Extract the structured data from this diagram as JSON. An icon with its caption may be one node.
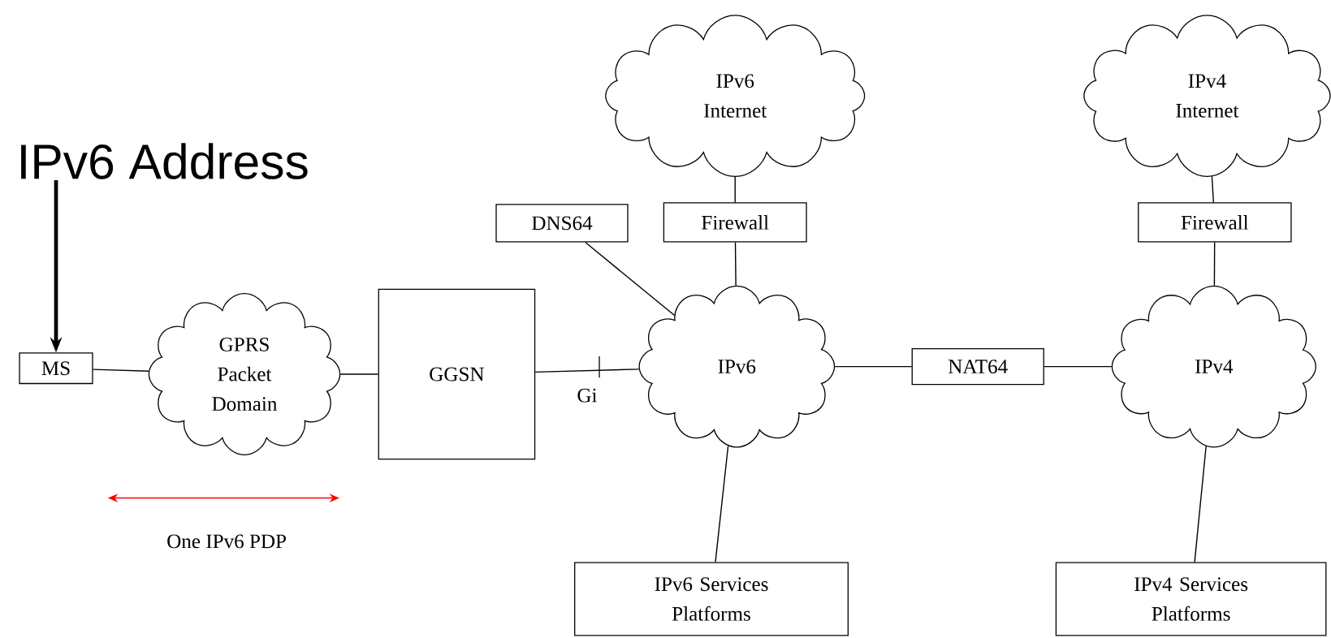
{
  "diagram": {
    "nodes": [
      {
        "text": [
          "IPv6 Address"
        ]
      },
      {
        "text": [
          "IPv6 Internet"
        ]
      },
      {
        "text": [
          "IPv4 Internet"
        ]
      },
      {
        "text": [
          "DNS64"
        ]
      },
      {
        "text": [
          "Firewall"
        ]
      },
      {
        "text": [
          "Firewall"
        ]
      },
      {
        "text": [
          "MS"
        ]
      },
      {
        "text": [
          "GPRS Packet Domain"
        ]
      },
      {
        "text": [
          "GGSN"
        ]
      },
      {
        "text": [
          "IPv6"
        ]
      },
      {
        "text": [
          "NAT64"
        ]
      },
      {
        "text": [
          "IPv4"
        ]
      },
      {
        "text": [
          "IPv6 Services Platforms"
        ]
      },
      {
        "text": [
          "IPv4 Services Platforms"
        ]
      }
    ],
    "edges": [
      {
        "from": 0,
        "to": 6,
        "arrow": "to",
        "style": "thick"
      },
      {
        "from": 6,
        "to": 7,
        "arrow": "none"
      },
      {
        "from": 7,
        "to": 8,
        "arrow": "none"
      },
      {
        "from": 8,
        "to": 9,
        "arrow": "none",
        "label": "Gi"
      },
      {
        "from": 3,
        "to": 9,
        "arrow": "none"
      },
      {
        "from": 1,
        "to": 4,
        "arrow": "none"
      },
      {
        "from": 4,
        "to": 9,
        "arrow": "none"
      },
      {
        "from": 9,
        "to": 10,
        "arrow": "none"
      },
      {
        "from": 10,
        "to": 11,
        "arrow": "none"
      },
      {
        "from": 2,
        "to": 5,
        "arrow": "none"
      },
      {
        "from": 5,
        "to": 11,
        "arrow": "none"
      },
      {
        "from": 9,
        "to": 12,
        "arrow": "none"
      },
      {
        "from": 11,
        "to": 13,
        "arrow": "none"
      }
    ],
    "labels": [
      "One IPv6 PDP"
    ]
  }
}
